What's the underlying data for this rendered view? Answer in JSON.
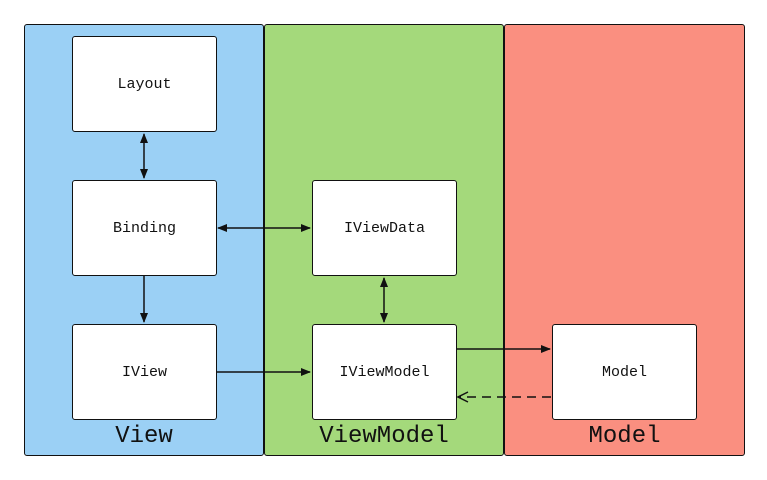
{
  "colors": {
    "view_panel": "#9bd0f5",
    "viewmodel_panel": "#a4d97b",
    "model_panel": "#fa8f80",
    "stroke": "#111111"
  },
  "panels": {
    "view": {
      "title": "View"
    },
    "viewmodel": {
      "title": "ViewModel"
    },
    "model": {
      "title": "Model"
    }
  },
  "nodes": {
    "layout": "Layout",
    "binding": "Binding",
    "iview": "IView",
    "iviewdata": "IViewData",
    "iviewmodel": "IViewModel",
    "model": "Model"
  },
  "edges": [
    {
      "from": "Layout",
      "to": "Binding",
      "style": "solid",
      "direction": "both"
    },
    {
      "from": "Binding",
      "to": "IViewData",
      "style": "solid",
      "direction": "both"
    },
    {
      "from": "Binding",
      "to": "IView",
      "style": "solid",
      "direction": "forward"
    },
    {
      "from": "IViewData",
      "to": "IViewModel",
      "style": "solid",
      "direction": "both"
    },
    {
      "from": "IView",
      "to": "IViewModel",
      "style": "solid",
      "direction": "forward"
    },
    {
      "from": "IViewModel",
      "to": "Model",
      "style": "solid",
      "direction": "forward"
    },
    {
      "from": "Model",
      "to": "IViewModel",
      "style": "dashed",
      "direction": "forward"
    }
  ]
}
